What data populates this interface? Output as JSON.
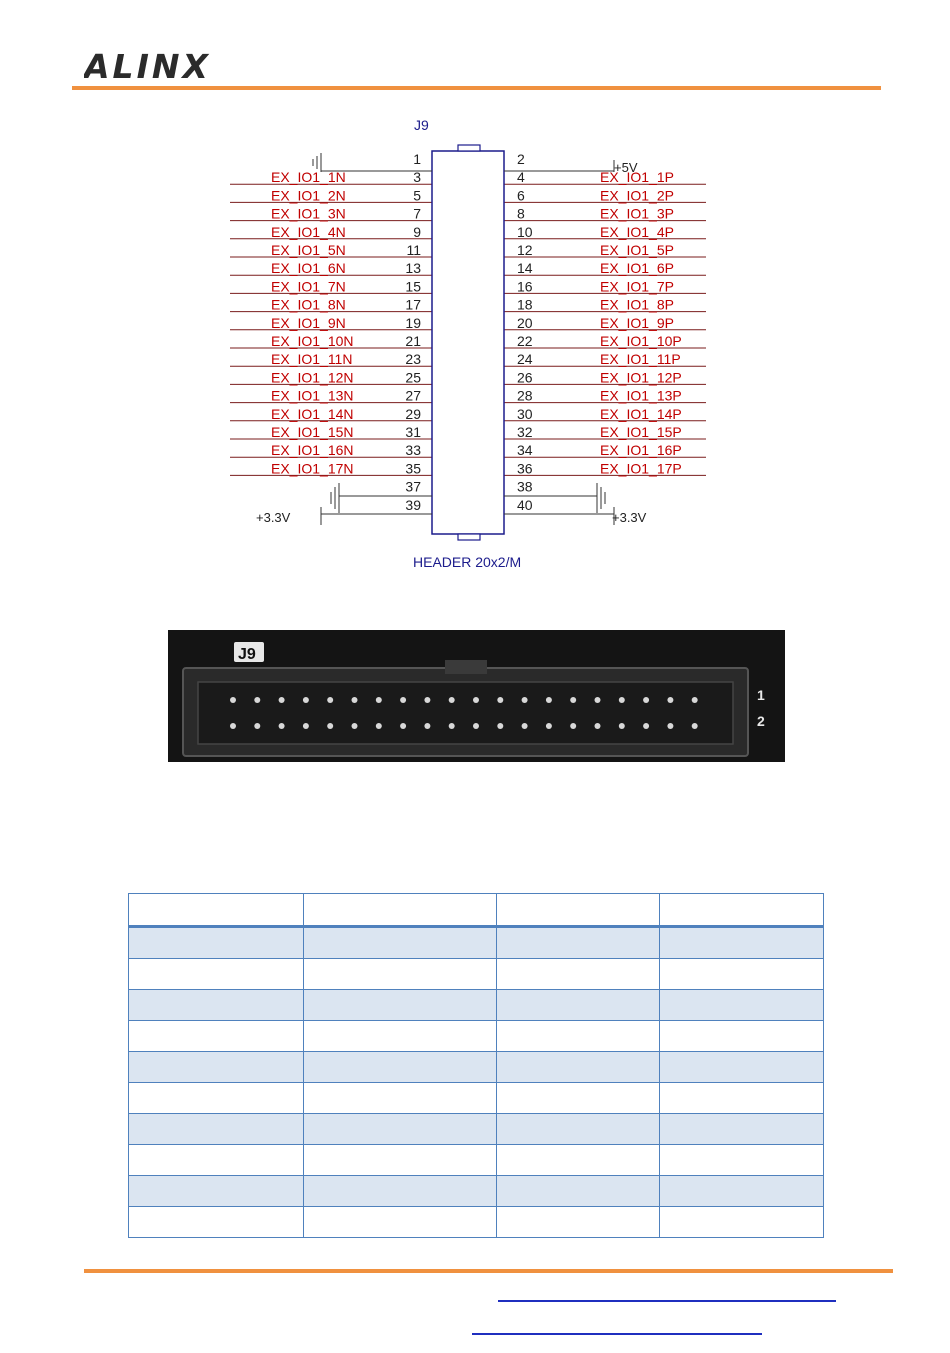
{
  "header": {
    "logo_text": "ALINX",
    "accent_color": "#f0913f"
  },
  "schematic": {
    "designator": "J9",
    "footprint": "HEADER 20x2/M",
    "power_5v": "+5V",
    "power_3v3_left": "+3.3V",
    "power_3v3_right": "+3.3V",
    "left_numbers": [
      "1",
      "3",
      "5",
      "7",
      "9",
      "11",
      "13",
      "15",
      "17",
      "19",
      "21",
      "23",
      "25",
      "27",
      "29",
      "31",
      "33",
      "35",
      "37",
      "39"
    ],
    "right_numbers": [
      "2",
      "4",
      "6",
      "8",
      "10",
      "12",
      "14",
      "16",
      "18",
      "20",
      "22",
      "24",
      "26",
      "28",
      "30",
      "32",
      "34",
      "36",
      "38",
      "40"
    ],
    "left_nets": [
      "EX_IO1_1N",
      "EX_IO1_2N",
      "EX_IO1_3N",
      "EX_IO1_4N",
      "EX_IO1_5N",
      "EX_IO1_6N",
      "EX_IO1_7N",
      "EX_IO1_8N",
      "EX_IO1_9N",
      "EX_IO1_10N",
      "EX_IO1_11N",
      "EX_IO1_12N",
      "EX_IO1_13N",
      "EX_IO1_14N",
      "EX_IO1_15N",
      "EX_IO1_16N",
      "EX_IO1_17N"
    ],
    "right_nets": [
      "EX_IO1_1P",
      "EX_IO1_2P",
      "EX_IO1_3P",
      "EX_IO1_4P",
      "EX_IO1_5P",
      "EX_IO1_6P",
      "EX_IO1_7P",
      "EX_IO1_8P",
      "EX_IO1_9P",
      "EX_IO1_10P",
      "EX_IO1_11P",
      "EX_IO1_12P",
      "EX_IO1_13P",
      "EX_IO1_14P",
      "EX_IO1_15P",
      "EX_IO1_16P",
      "EX_IO1_17P"
    ],
    "net_color": "#c00000",
    "body_color": "#1c1c8c"
  },
  "photo": {
    "silk_label": "J9",
    "pin1_marker": "1",
    "pin2_marker": "2"
  },
  "table": {
    "rows": 11,
    "cols": 4,
    "band_color": "#dbe5f1",
    "border_color": "#4f81bd"
  },
  "footer": {
    "rule_color": "#f0913f"
  }
}
